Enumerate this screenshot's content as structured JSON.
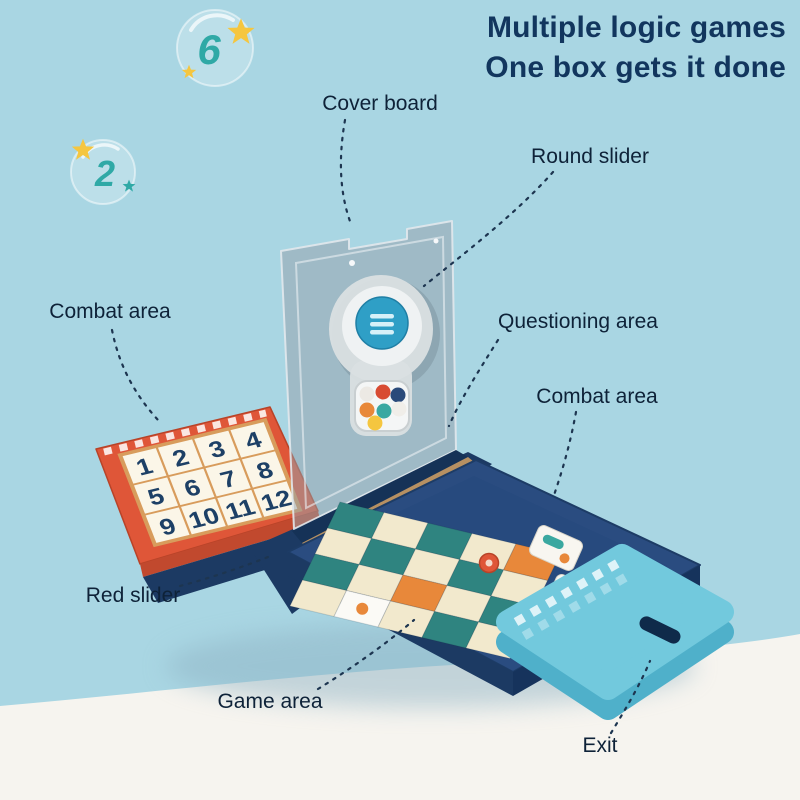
{
  "headline": {
    "line1": "Multiple logic games",
    "line2": "One box gets it done"
  },
  "bubbles": {
    "first": "6",
    "second": "2"
  },
  "annotations": {
    "cover_board": "Cover board",
    "round_slider": "Round slider",
    "combat_left": "Combat area",
    "questioning": "Questioning area",
    "combat_right": "Combat area",
    "red_slider": "Red slider",
    "game_area": "Game area",
    "exit": "Exit"
  },
  "board_numbers": [
    "1",
    "2",
    "3",
    "4",
    "5",
    "6",
    "7",
    "8",
    "9",
    "10",
    "11",
    "12"
  ],
  "tile_rows": [
    [
      "teal",
      "cream",
      "teal",
      "cream",
      "orange"
    ],
    [
      "cream",
      "teal",
      "cream",
      "teal",
      "cream"
    ],
    [
      "teal",
      "cream",
      "orange",
      "cream",
      "teal"
    ],
    [
      "cream",
      "white",
      "cream",
      "teal",
      "cream"
    ]
  ],
  "palette": {
    "background": "#a9d6e3",
    "headline": "#12365e",
    "label": "#0e2238",
    "navy_tray": "#2a4c80",
    "navy_dark": "#1c3a63",
    "red": "#df5638",
    "cyan_cap": "#72c9dd",
    "cyan_side": "#4fb0ca",
    "teal_tile": "#2f8480",
    "cream_tile": "#f2e9cd",
    "orange_tile": "#e8883a",
    "slider_blue": "#2f9fc6",
    "table": "#f6f4ef"
  }
}
